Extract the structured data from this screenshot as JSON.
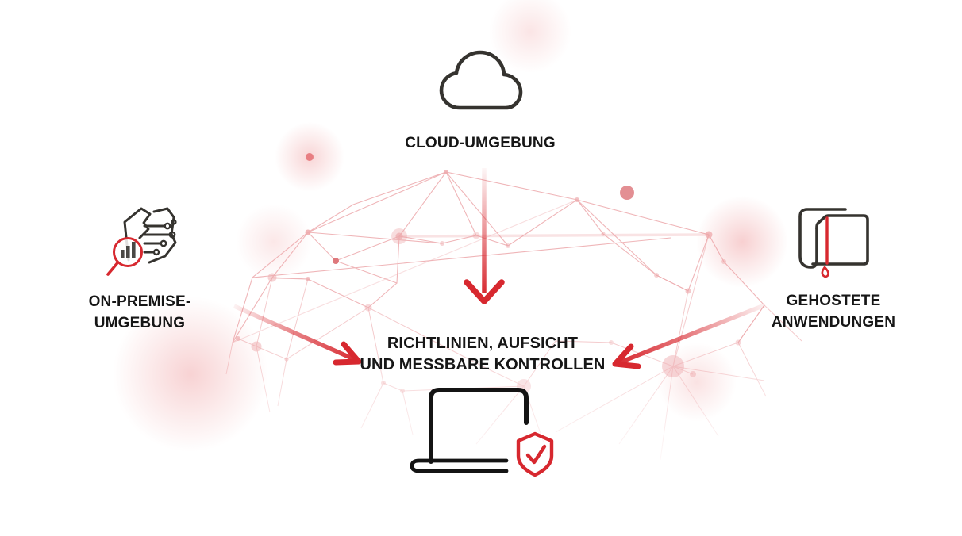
{
  "diagram": {
    "cloud": {
      "label": "CLOUD-UMGEBUNG",
      "icon": "cloud-icon"
    },
    "on_premise": {
      "label_line1": "ON-PREMISE-",
      "label_line2": "UMGEBUNG",
      "icon": "on-premise-analysis-icon"
    },
    "hosted_apps": {
      "label_line1": "GEHOSTETE",
      "label_line2": "ANWENDUNGEN",
      "icon": "folder-leak-icon"
    },
    "center": {
      "label_line1": "RICHTLINIEN, AUFSICHT",
      "label_line2": "UND MESSBARE KONTROLLEN"
    },
    "endpoint": {
      "icon": "laptop-shield-check-icon"
    }
  },
  "colors": {
    "accent_red": "#d7282f",
    "mesh_pink": "#eda9ac",
    "icon_dark": "#35332f",
    "text": "#161616",
    "background": "#ffffff"
  }
}
